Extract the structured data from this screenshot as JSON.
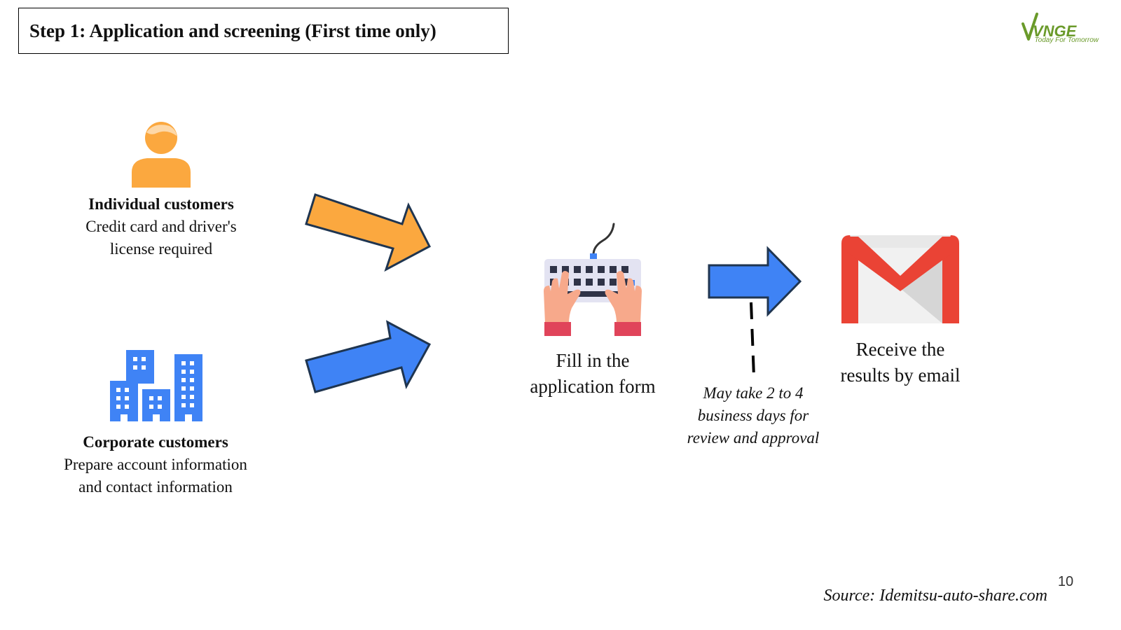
{
  "title": "Step 1: Application and screening (First time only)",
  "logo": {
    "brand": "VNGE",
    "tagline": "Today For Tomorrow"
  },
  "individual": {
    "heading": "Individual customers",
    "line1": "Credit card and driver's",
    "line2": "license required"
  },
  "corporate": {
    "heading": "Corporate customers",
    "line1": "Prepare account information",
    "line2": "and contact information"
  },
  "form_step": {
    "line1": "Fill in the",
    "line2": "application form"
  },
  "email_step": {
    "line1": "Receive the",
    "line2": "results by email"
  },
  "note": {
    "line1": "May take 2 to 4",
    "line2": "business days for",
    "line3": "review and approval"
  },
  "source": "Source: Idemitsu-auto-share.com",
  "page_number": "10",
  "colors": {
    "orange": "#fba83f",
    "blue": "#3f83f5",
    "arrow_stroke": "#1f3550",
    "gmail_red": "#ea4335"
  },
  "icons": [
    "person-icon",
    "buildings-icon",
    "keyboard-icon",
    "gmail-icon"
  ]
}
